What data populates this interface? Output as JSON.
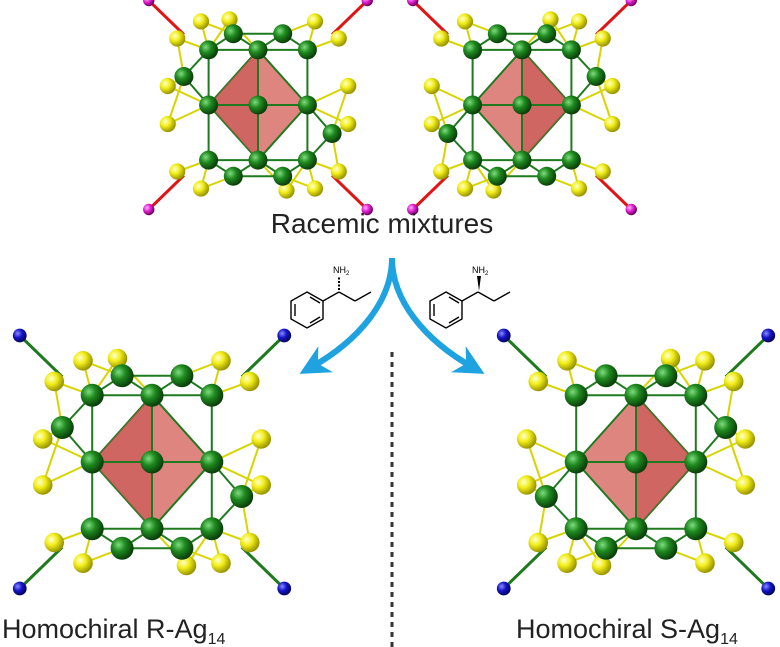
{
  "top_label": "Racemic mixtures",
  "left_label": {
    "text": "Homochiral R-Ag",
    "sub": "14"
  },
  "right_label": {
    "text": "Homochiral S-Ag",
    "sub": "14"
  },
  "amine_left": {
    "group": "NH",
    "sub": "2"
  },
  "amine_right": {
    "group": "NH",
    "sub": "2"
  },
  "colors": {
    "silver_atom": "#1f7a1f",
    "sulfur_atom": "#f2ee1a",
    "ligand_blue": "#1414c8",
    "ligand_red": "#e01414",
    "ligand_magenta": "#e020d0",
    "octahedron": "#d9706a",
    "arrow": "#1fa3e0",
    "divider": "#333333"
  },
  "icons": [
    "ag14-cluster",
    "octahedron-core",
    "chiral-amine-structure",
    "curved-arrow",
    "mirror-line"
  ]
}
